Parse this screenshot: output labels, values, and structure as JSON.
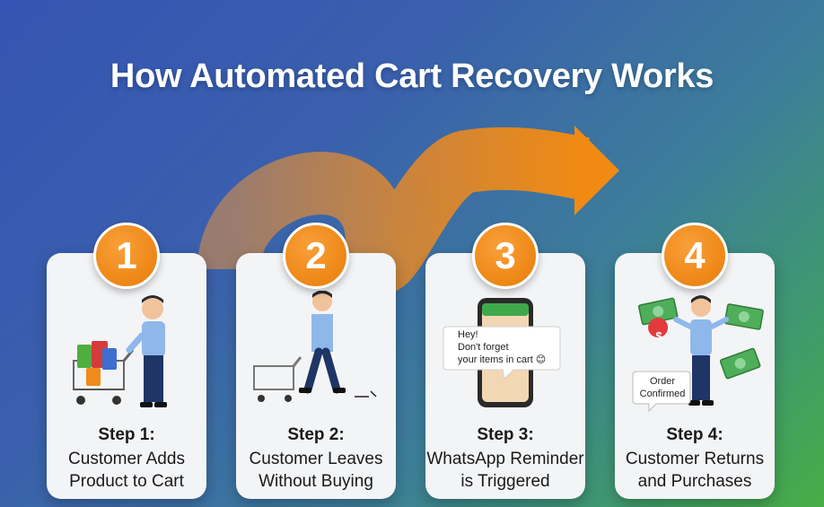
{
  "title": "How Automated Cart Recovery Works",
  "steps": [
    {
      "number": "1",
      "label": "Step 1:",
      "desc_line1": "Customer Adds",
      "desc_line2": "Product to Cart"
    },
    {
      "number": "2",
      "label": "Step 2:",
      "desc_line1": "Customer Leaves",
      "desc_line2": "Without Buying"
    },
    {
      "number": "3",
      "label": "Step 3:",
      "desc_line1": "WhatsApp Reminder",
      "desc_line2": "is Triggered"
    },
    {
      "number": "4",
      "label": "Step 4:",
      "desc_line1": "Customer Returns",
      "desc_line2": "and Purchases"
    }
  ],
  "reminder_message": {
    "line1": "Hey!",
    "line2": "Don't forget",
    "line3": "your items in cart 😊"
  },
  "order_badge": {
    "line1": "Order",
    "line2": "Confirmed"
  },
  "price_pin_symbol": "$",
  "colors": {
    "accent_orange": "#ef8a1a",
    "bg_blue": "#3554b3",
    "bg_green": "#48ad45",
    "card": "#f3f4f6"
  }
}
